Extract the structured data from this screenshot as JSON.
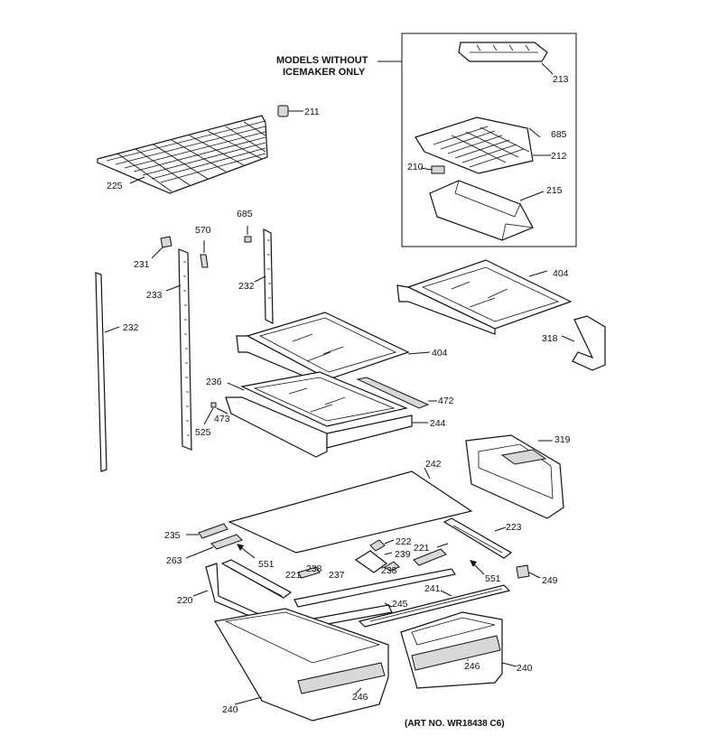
{
  "inset_header_line1": "MODELS WITHOUT",
  "inset_header_line2": "ICEMAKER ONLY",
  "art_number": "(ART NO. WR18438 C6)",
  "parts": [
    {
      "id": "p213",
      "label": "213"
    },
    {
      "id": "p685a",
      "label": "685"
    },
    {
      "id": "p212",
      "label": "212"
    },
    {
      "id": "p210",
      "label": "210"
    },
    {
      "id": "p215",
      "label": "215"
    },
    {
      "id": "p211",
      "label": "211"
    },
    {
      "id": "p225",
      "label": "225"
    },
    {
      "id": "p685b",
      "label": "685"
    },
    {
      "id": "p570",
      "label": "570"
    },
    {
      "id": "p231",
      "label": "231"
    },
    {
      "id": "p232a",
      "label": "232"
    },
    {
      "id": "p233",
      "label": "233"
    },
    {
      "id": "p232b",
      "label": "232"
    },
    {
      "id": "p404a",
      "label": "404"
    },
    {
      "id": "p318",
      "label": "318"
    },
    {
      "id": "p404b",
      "label": "404"
    },
    {
      "id": "p236",
      "label": "236"
    },
    {
      "id": "p472",
      "label": "472"
    },
    {
      "id": "p473",
      "label": "473"
    },
    {
      "id": "p525",
      "label": "525"
    },
    {
      "id": "p244",
      "label": "244"
    },
    {
      "id": "p319",
      "label": "319"
    },
    {
      "id": "p242",
      "label": "242"
    },
    {
      "id": "p235",
      "label": "235"
    },
    {
      "id": "p223",
      "label": "223"
    },
    {
      "id": "p222",
      "label": "222"
    },
    {
      "id": "p221a",
      "label": "221"
    },
    {
      "id": "p263",
      "label": "263"
    },
    {
      "id": "p239",
      "label": "239"
    },
    {
      "id": "p551a",
      "label": "551"
    },
    {
      "id": "p238a",
      "label": "238"
    },
    {
      "id": "p551b",
      "label": "551"
    },
    {
      "id": "p249",
      "label": "249"
    },
    {
      "id": "p221b",
      "label": "221"
    },
    {
      "id": "p238b",
      "label": "238"
    },
    {
      "id": "p237",
      "label": "237"
    },
    {
      "id": "p241",
      "label": "241"
    },
    {
      "id": "p220",
      "label": "220"
    },
    {
      "id": "p245",
      "label": "245"
    },
    {
      "id": "p246a",
      "label": "246"
    },
    {
      "id": "p240a",
      "label": "240"
    },
    {
      "id": "p246b",
      "label": "246"
    },
    {
      "id": "p240b",
      "label": "240"
    }
  ]
}
